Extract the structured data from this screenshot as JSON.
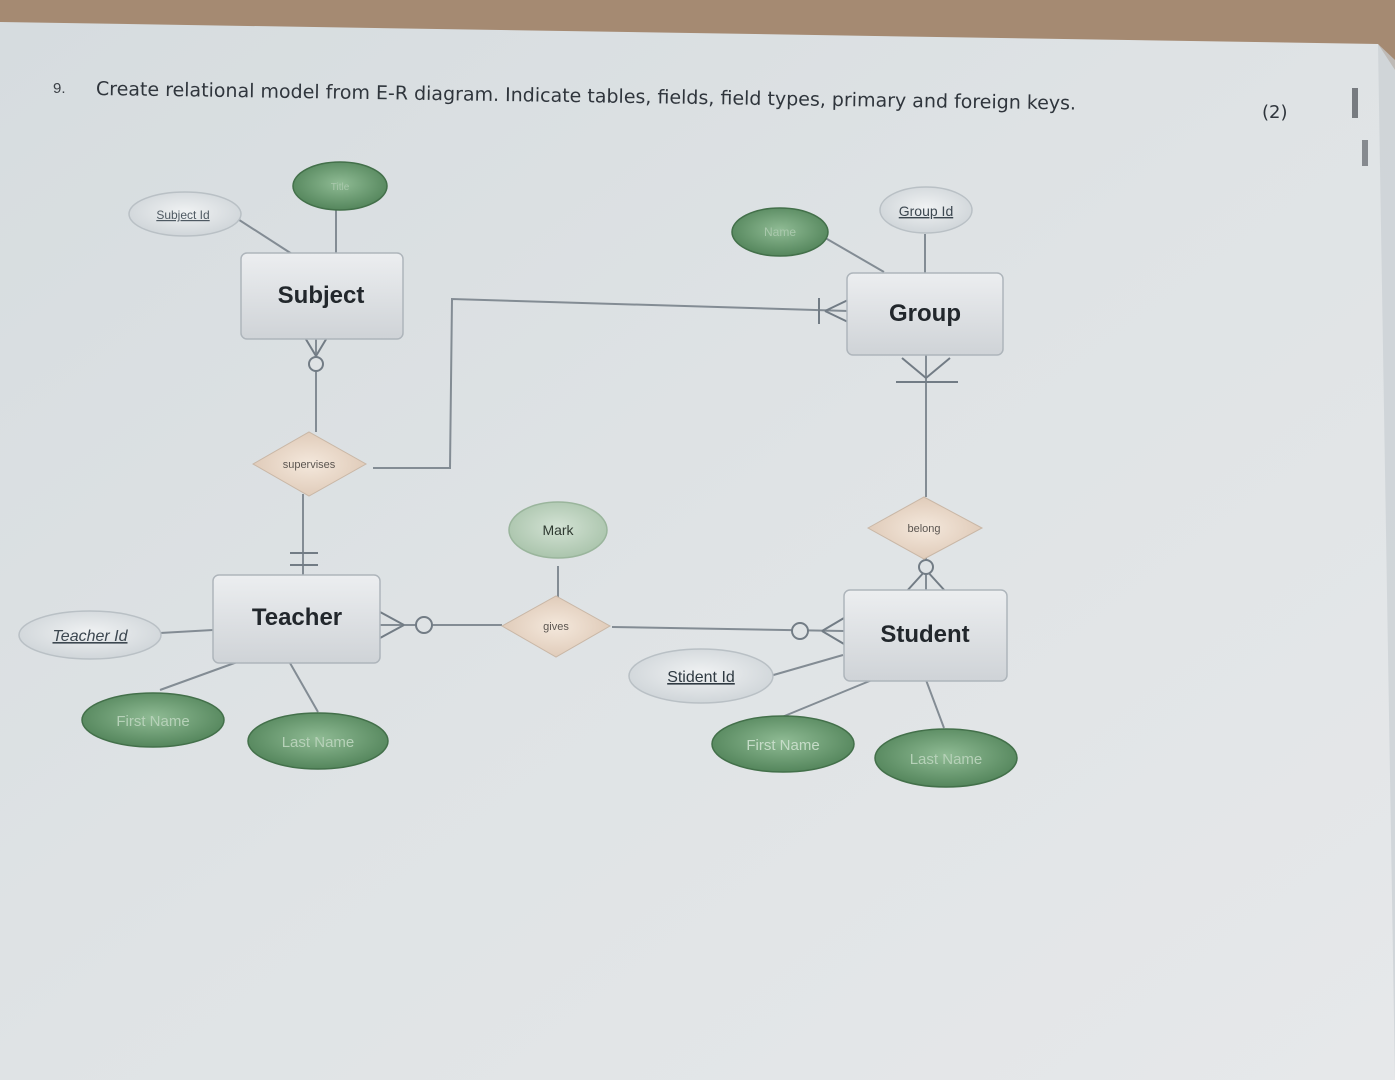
{
  "question": {
    "number": "9.",
    "text": "Create relational model from E-R diagram. Indicate tables, fields, field types, primary and foreign keys.",
    "marks": "(2)"
  },
  "diagram": {
    "entities": {
      "subject": "Subject",
      "group": "Group",
      "teacher": "Teacher",
      "student": "Student"
    },
    "relationships": {
      "supervises": "supervises",
      "gives": "gives",
      "belong": "belong"
    },
    "attributes": {
      "subject_id": "Subject Id",
      "subject_title": "Title",
      "group_name": "Name",
      "group_id": "Group Id",
      "mark": "Mark",
      "teacher_id": "Teacher Id",
      "teacher_first_name": "First Name",
      "teacher_last_name": "Last Name",
      "student_id": "Stident Id",
      "student_first_name": "First Name",
      "student_last_name": "Last Name"
    },
    "colors": {
      "entity_fill": "#e0e3e6",
      "relationship_fill": "#ead8c8",
      "key_attribute_fill": "#dde2e6",
      "green_attribute_fill": "#6e9f74",
      "light_green_fill": "#b9cfba",
      "line": "#7d8790"
    }
  }
}
